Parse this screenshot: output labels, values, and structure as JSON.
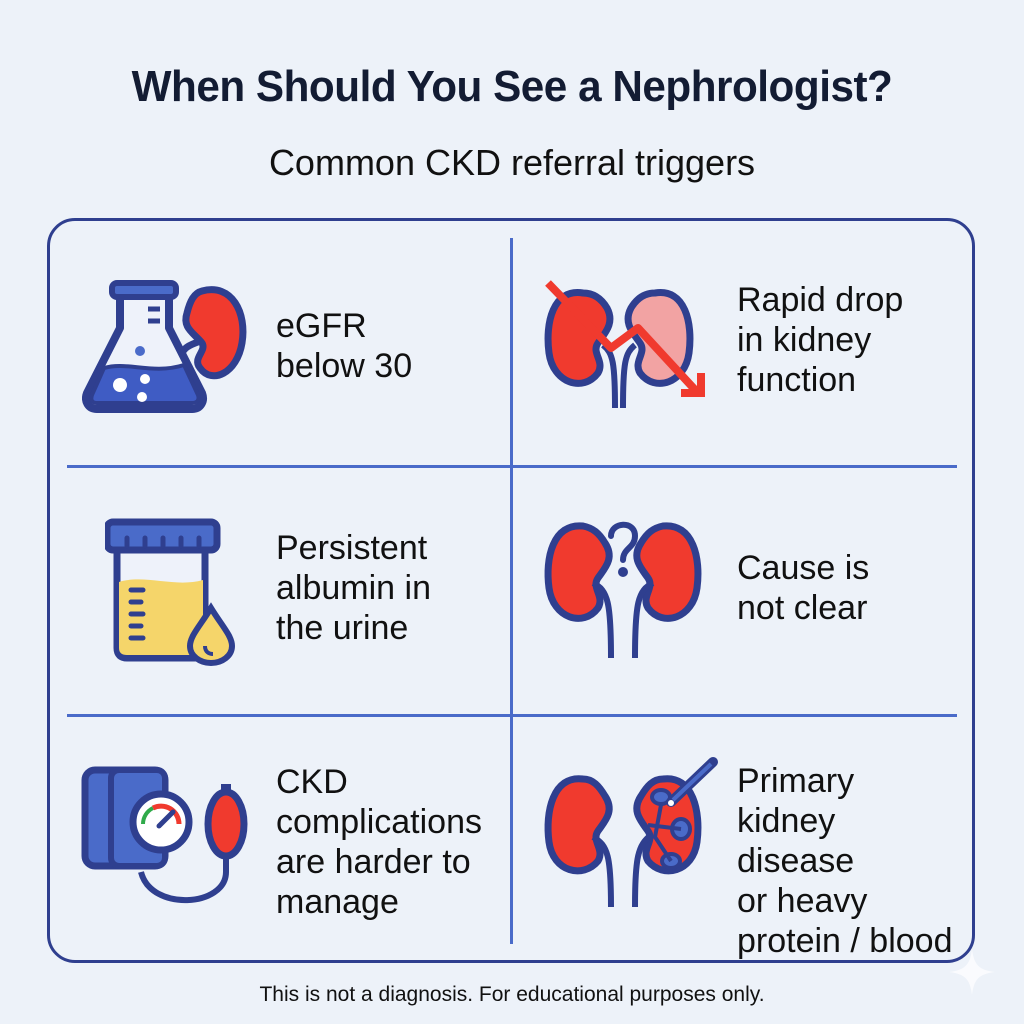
{
  "header": {
    "title": "When Should You See a Nephrologist?",
    "subtitle": "Common CKD referral triggers"
  },
  "triggers": [
    {
      "label": "eGFR\nbelow 30",
      "icon": "flask-kidney-icon"
    },
    {
      "label": "Rapid drop\nin kidney\nfunction",
      "icon": "kidneys-down-arrow-icon"
    },
    {
      "label": "Persistent\nalbumin in\nthe urine",
      "icon": "urine-cup-drop-icon"
    },
    {
      "label": "Cause is\nnot clear",
      "icon": "kidneys-question-icon"
    },
    {
      "label": "CKD\ncomplications\nare harder to\nmanage",
      "icon": "blood-pressure-cuff-icon"
    },
    {
      "label": "Primary\nkidney disease\nor heavy\nprotein / blood",
      "icon": "kidney-biopsy-icon"
    }
  ],
  "footer": {
    "disclaimer": "This is not a diagnosis. For educational purposes only."
  },
  "colors": {
    "navy": "#2f3f8f",
    "blue": "#4a6bc9",
    "red": "#f03a2e",
    "pink": "#f2a3a3",
    "yellow": "#f5d56a",
    "background": "#edf2f9"
  }
}
